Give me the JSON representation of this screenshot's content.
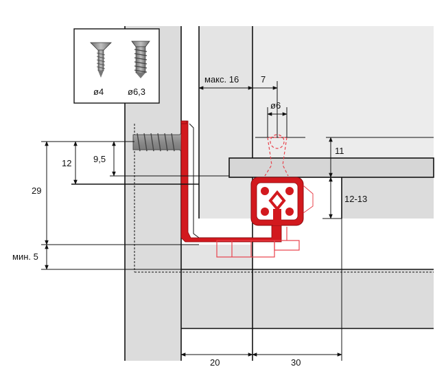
{
  "screws": {
    "small": {
      "label": "ø4",
      "icon": "countersunk-screw-icon"
    },
    "large": {
      "label": "ø6,3",
      "icon": "euro-screw-icon"
    }
  },
  "dimensions": {
    "max_gap": "макс. 16",
    "offset": "7",
    "hole_diameter": "ø6",
    "height_11": "11",
    "height_12": "12",
    "height_9_5": "9,5",
    "height_29": "29",
    "range_12_13": "12-13",
    "min_gap": "мин. 5",
    "width_20": "20",
    "width_30": "30"
  },
  "colors": {
    "runner_red": "#d2191e",
    "runner_dashed": "#e8404a",
    "panel_grey": "#dcdcdc",
    "line": "#111111"
  }
}
